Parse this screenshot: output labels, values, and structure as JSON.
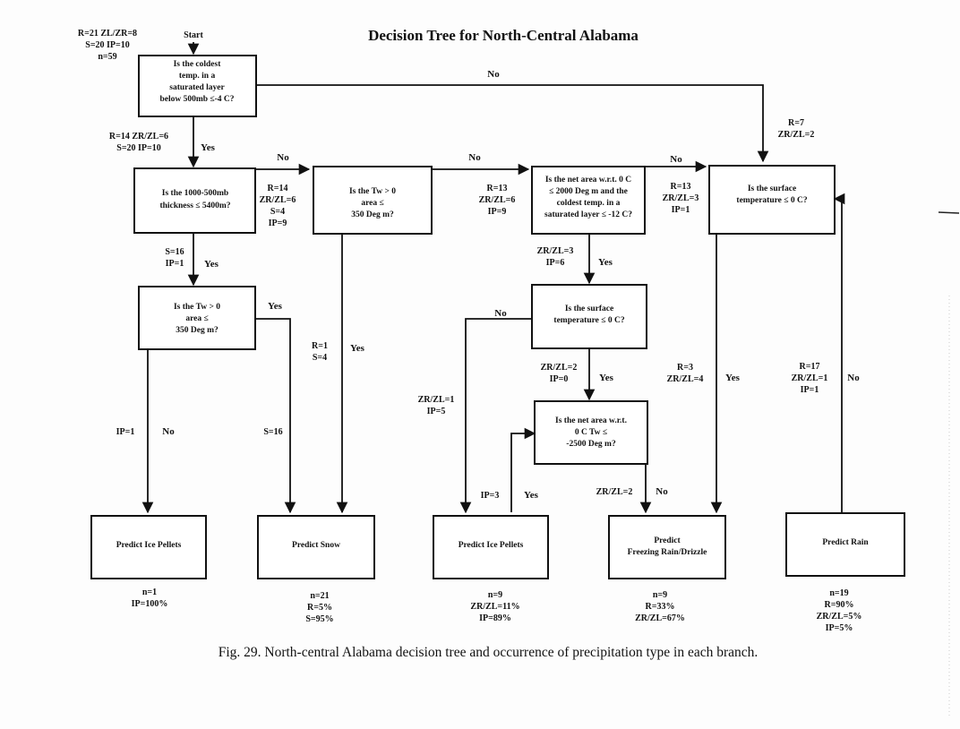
{
  "title": "Decision Tree for North-Central Alabama",
  "caption": "Fig. 29.  North-central Alabama decision tree and occurrence of precipitation type in each branch.",
  "start_label": "Start",
  "start_stats": [
    "R=21  ZL/ZR=8",
    "S=20  IP=10",
    "n=59"
  ],
  "nodes": {
    "q_coldest": [
      "Is the coldest",
      "temp. in a",
      "saturated layer",
      "below 500mb ≤-4 C?"
    ],
    "q_thickness": [
      "Is the 1000-500mb",
      "thickness ≤ 5400m?"
    ],
    "q_tw_snow": [
      "Is the Tw > 0",
      "area ≤",
      "350 Deg m?"
    ],
    "q_net_area": [
      "Is the net area w.r.t. 0 C",
      "≤ 2000 Deg m and the",
      "coldest temp. in a",
      "saturated layer ≤ -12 C?"
    ],
    "q_surface_right": [
      "Is the surface",
      "temperature ≤ 0 C?"
    ],
    "q_tw_ip": [
      "Is the Tw > 0",
      "area ≤",
      "350 Deg m?"
    ],
    "q_surface_mid": [
      "Is the surface",
      "temperature ≤ 0 C?"
    ],
    "q_net_tw": [
      "Is the net area w.r.t.",
      "0 C Tw ≤",
      "-2500 Deg m?"
    ]
  },
  "outcomes": {
    "ice_pellets_1": [
      "Predict Ice Pellets"
    ],
    "snow": [
      "Predict Snow"
    ],
    "ice_pellets_2": [
      "Predict Ice Pellets"
    ],
    "freezing_rain": [
      "Predict",
      "Freezing Rain/Drizzle"
    ],
    "rain": [
      "Predict Rain"
    ]
  },
  "branch_labels": {
    "no_top": "No",
    "yes_1": "Yes",
    "no_2": "No",
    "no_3": "No",
    "no_4": "No",
    "yes_thickness": "Yes",
    "yes_tw_ip": "Yes",
    "no_tw_ip": "No",
    "yes_tw_snow": "Yes",
    "yes_net_area": "Yes",
    "no_surface_mid": "No",
    "yes_surface_mid": "Yes",
    "yes_net_tw": "Yes",
    "no_net_tw": "No",
    "yes_surface_right": "Yes",
    "no_surface_right": "No"
  },
  "edge_stats": {
    "after_start_yes": [
      "R=14  ZR/ZL=6",
      "S=20  IP=10"
    ],
    "top_right": [
      "R=7",
      "ZR/ZL=2"
    ],
    "thickness_no": [
      "R=14",
      "ZR/ZL=6",
      "S=4",
      "IP=9"
    ],
    "snowq_no": [
      "R=13",
      "ZR/ZL=6",
      "IP=9"
    ],
    "netarea_no": [
      "R=13",
      "ZR/ZL=3",
      "IP=1"
    ],
    "thickness_yes": [
      "S=16",
      "IP=1"
    ],
    "netarea_yes": [
      "ZR/ZL=3",
      "IP=6"
    ],
    "snowq_yes": [
      "R=1",
      "S=4"
    ],
    "ipq_yes": [
      "S=16"
    ],
    "ipq_no": [
      "IP=1"
    ],
    "surf_mid_no": [
      "ZR/ZL=1",
      "IP=5"
    ],
    "surf_mid_yes": [
      "ZR/ZL=2",
      "IP=0"
    ],
    "surf_right_yes": [
      "R=3",
      "ZR/ZL=4"
    ],
    "surf_right_no": [
      "R=17",
      "ZR/ZL=1",
      "IP=1"
    ],
    "nettw_yes": [
      "IP=3"
    ],
    "nettw_no": [
      "ZR/ZL=2"
    ]
  },
  "outcome_stats": {
    "ice_pellets_1": [
      "n=1",
      "IP=100%"
    ],
    "snow": [
      "n=21",
      "R=5%",
      "S=95%"
    ],
    "ice_pellets_2": [
      "n=9",
      "ZR/ZL=11%",
      "IP=89%"
    ],
    "freezing_rain": [
      "n=9",
      "R=33%",
      "ZR/ZL=67%"
    ],
    "rain": [
      "n=19",
      "R=90%",
      "ZR/ZL=5%",
      "IP=5%"
    ]
  }
}
